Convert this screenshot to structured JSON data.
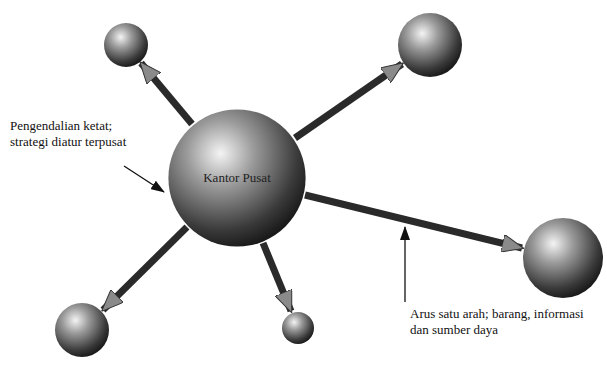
{
  "diagram": {
    "nodes": [
      {
        "text": [
          "Kantor Pusat"
        ]
      }
    ],
    "labels": [
      "Pengendalian ketat; strategi diatur terpusat",
      "Arus satu arah; barang, informasi dan sumber daya"
    ]
  }
}
